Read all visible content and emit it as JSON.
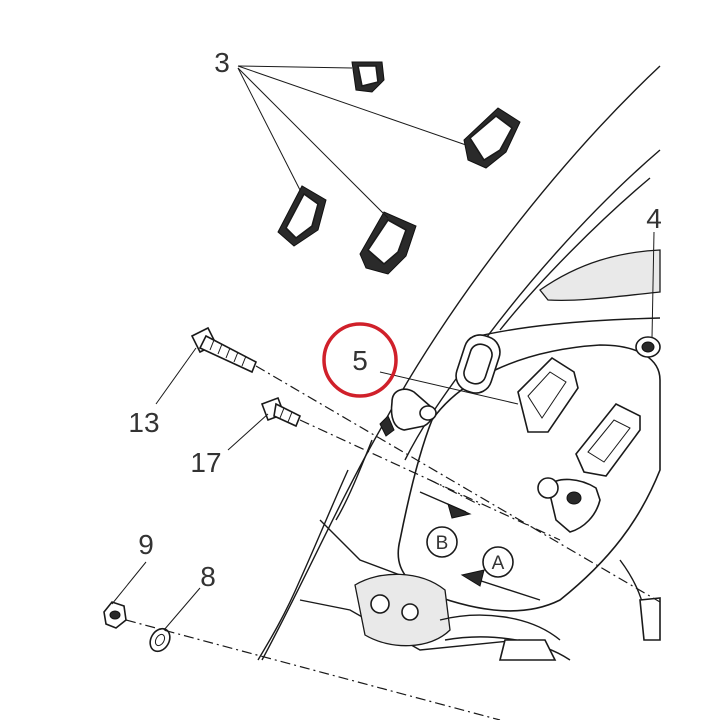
{
  "diagram": {
    "callouts": {
      "c3": "3",
      "c4": "4",
      "c5": "5",
      "c8": "8",
      "c9": "9",
      "c13": "13",
      "c17": "17"
    },
    "direction_markers": {
      "a": "A",
      "b": "B"
    },
    "highlight": {
      "target_callout": "5",
      "color": "#d0202a"
    }
  }
}
